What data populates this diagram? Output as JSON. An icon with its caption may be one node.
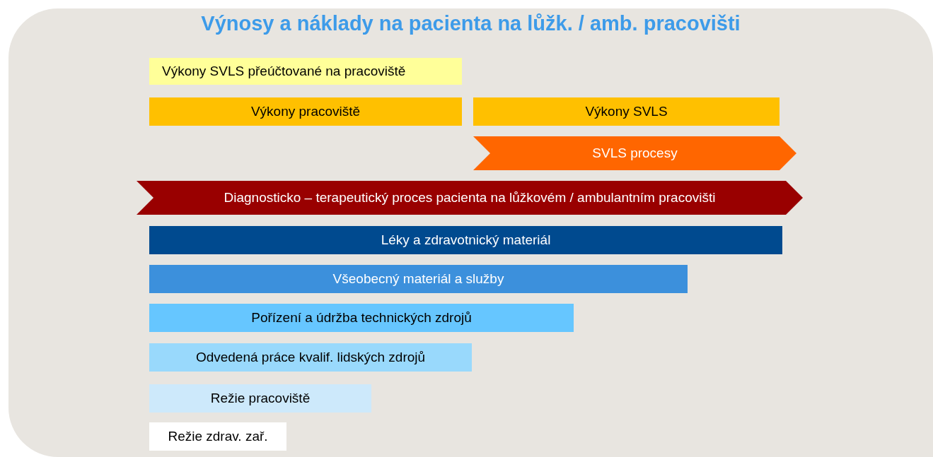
{
  "diagram": {
    "title": "Výnosy a náklady na pacienta na lůžk. / amb. pracovišti",
    "nodes": [
      {
        "text": [
          "Výkony SVLS přeúčtované na pracoviště"
        ]
      },
      {
        "text": [
          "Výkony pracoviště"
        ]
      },
      {
        "text": [
          "Výkony SVLS"
        ]
      },
      {
        "text": [
          "SVLS procesy"
        ]
      },
      {
        "text": [
          "Diagnosticko – terapeutický proces pacienta na lůžkovém / ambulantním pracovišti"
        ]
      },
      {
        "text": [
          "Léky a zdravotnický materiál"
        ]
      },
      {
        "text": [
          "Všeobecný materiál a služby"
        ]
      },
      {
        "text": [
          "Pořízení a údržba technických zdrojů"
        ]
      },
      {
        "text": [
          "Odvedená práce kvalif. lidských zdrojů"
        ]
      },
      {
        "text": [
          "Režie pracoviště"
        ]
      },
      {
        "text": [
          "Režie zdrav. zař."
        ]
      }
    ]
  }
}
